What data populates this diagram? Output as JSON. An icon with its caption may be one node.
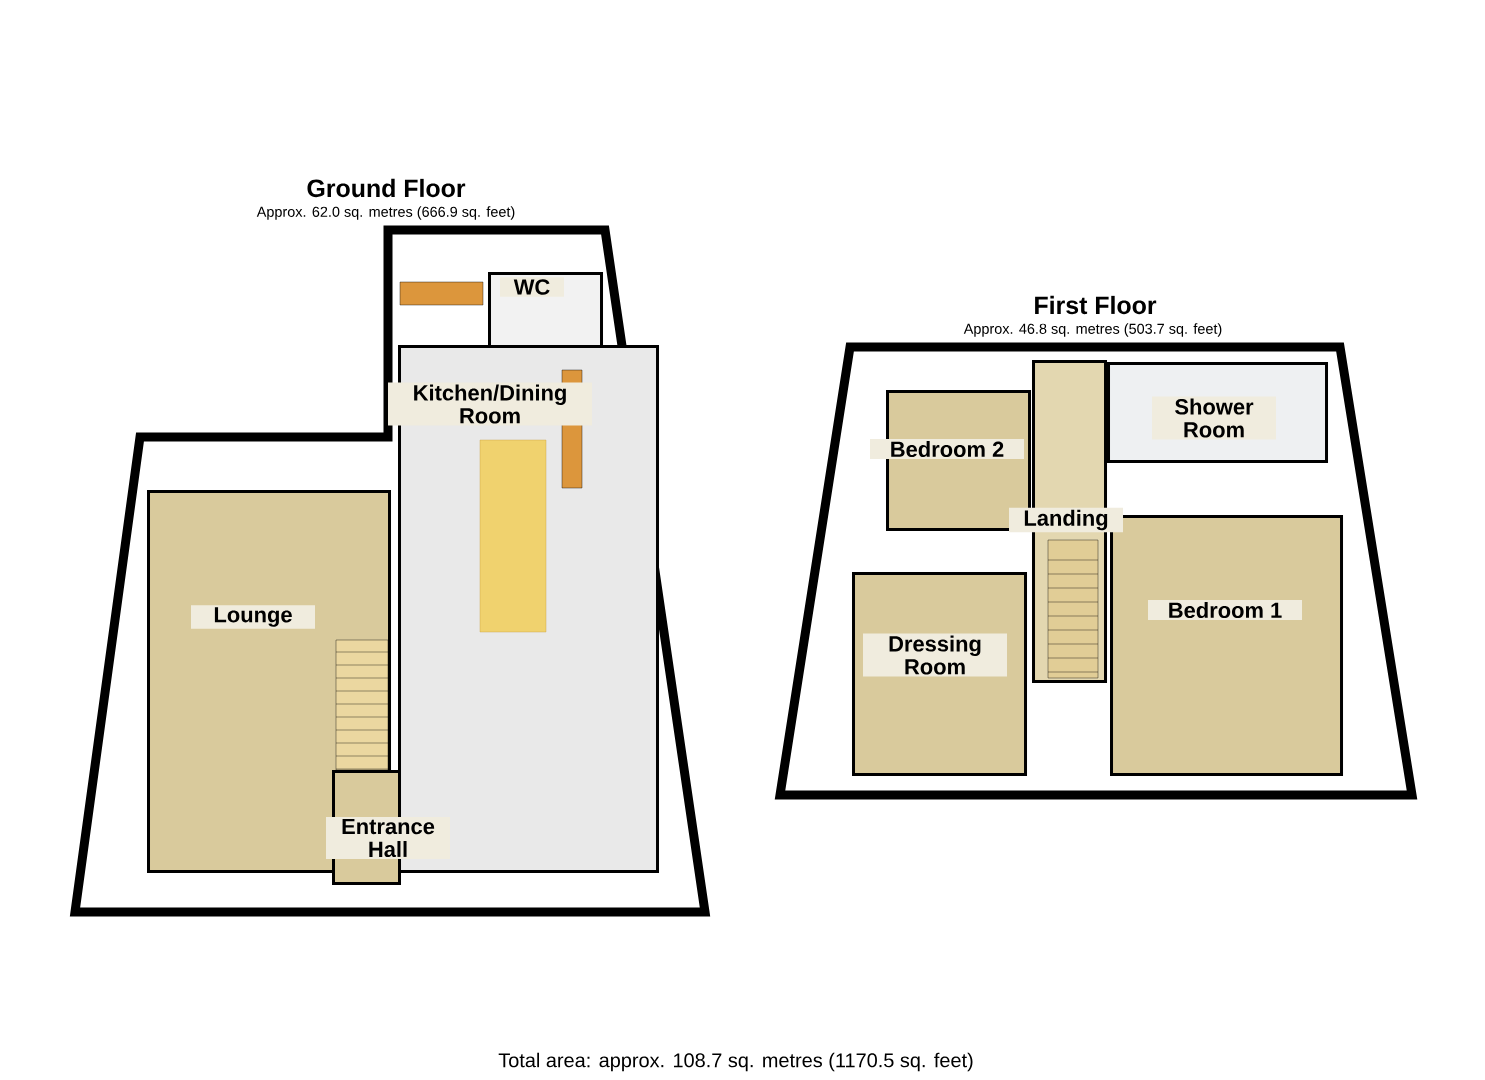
{
  "diagram": {
    "caption": "Total area: approx. 108.7 sq. metres (1170.5 sq. feet)",
    "nodes": [
      {
        "text": [
          "Ground Floor",
          "Approx. 62.0 sq. metres (666.9 sq. feet)"
        ]
      },
      {
        "text": [
          "WC"
        ],
        "in": 0
      },
      {
        "text": [
          "Kitchen/Dining Room"
        ],
        "in": 0
      },
      {
        "text": [
          "Lounge"
        ],
        "in": 0
      },
      {
        "text": [
          "Entrance Hall"
        ],
        "in": 0
      },
      {
        "text": [
          "First Floor",
          "Approx. 46.8 sq. metres (503.7 sq. feet)"
        ]
      },
      {
        "text": [
          "Shower Room"
        ],
        "in": 5
      },
      {
        "text": [
          "Bedroom 2"
        ],
        "in": 5
      },
      {
        "text": [
          "Landing"
        ],
        "in": 5
      },
      {
        "text": [
          "Bedroom 1"
        ],
        "in": 5
      },
      {
        "text": [
          "Dressing Room"
        ],
        "in": 5
      }
    ]
  }
}
